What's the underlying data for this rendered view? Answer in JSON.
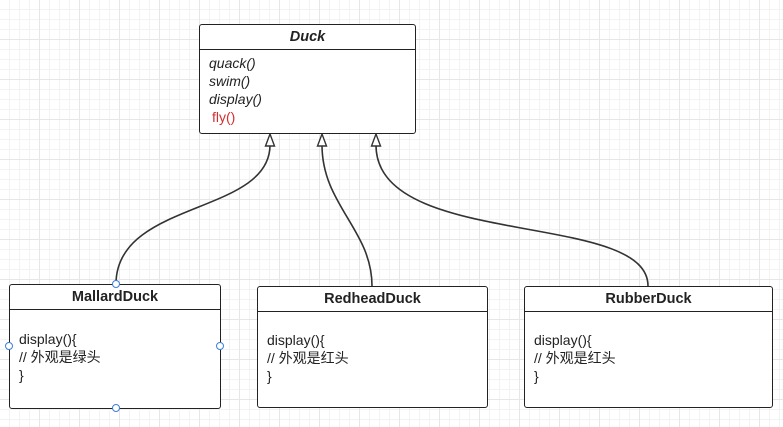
{
  "base_class": {
    "name": "Duck",
    "methods": [
      "quack()",
      "swim()",
      "display()"
    ],
    "highlighted_method": "fly()",
    "highlight_color": "#d32f2f"
  },
  "subclasses": [
    {
      "name": "MallardDuck",
      "body": [
        "display(){",
        "// 外观是绿头",
        "}"
      ]
    },
    {
      "name": "RedheadDuck",
      "body": [
        "display(){",
        "// 外观是红头",
        "}"
      ]
    },
    {
      "name": "RubberDuck",
      "body": [
        "display(){",
        "// 外观是红头",
        "}"
      ]
    }
  ],
  "relationship": "inheritance",
  "selection_color": "#3d7fd9"
}
